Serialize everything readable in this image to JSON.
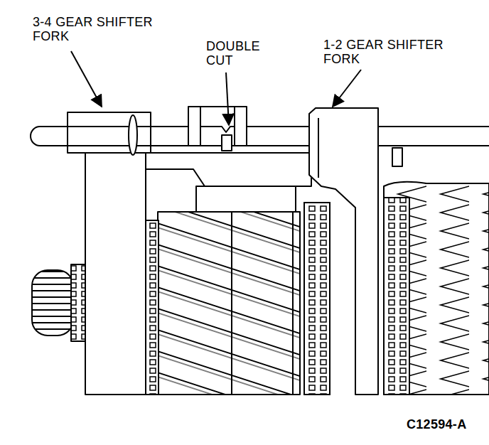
{
  "diagram": {
    "labels": [
      "3-4 GEAR SHIFTER FORK",
      "DOUBLE CUT",
      "1-2 GEAR SHIFTER FORK",
      "C12594-A"
    ]
  }
}
